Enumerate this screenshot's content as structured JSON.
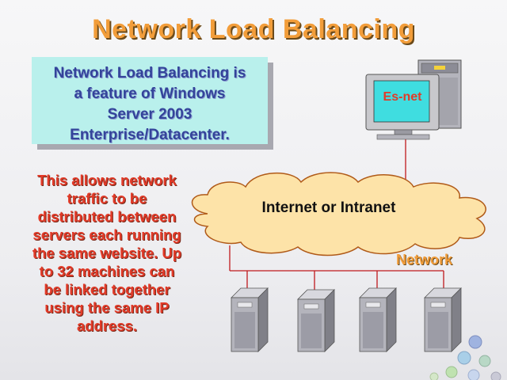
{
  "title": "Network Load Balancing",
  "feature_box": {
    "lines": [
      "Network Load Balancing is",
      "a feature of Windows",
      "Server 2003",
      "Enterprise/Datacenter."
    ]
  },
  "description": {
    "lines": [
      "This allows network",
      "traffic to be",
      "distributed between",
      "servers each running",
      "the same website. Up",
      "to 32 machines can",
      "be linked together",
      "using the same IP",
      "address."
    ]
  },
  "diagram": {
    "client_label": "Es-net",
    "cloud_label": "Internet or Intranet",
    "network_label": "Network",
    "server_count": 4
  },
  "colors": {
    "title": "#f29d3a",
    "feature_bg": "#b9f0ec",
    "feature_text": "#33449a",
    "description_text": "#e23a28",
    "cloud": "#fde3a8",
    "screen": "#3fdde0"
  }
}
